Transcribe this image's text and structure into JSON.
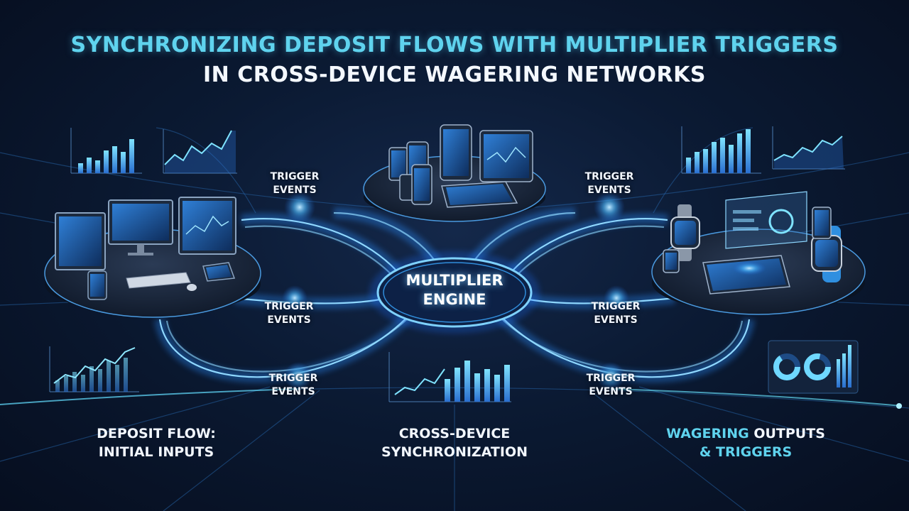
{
  "title": {
    "line1": "SYNCHRONIZING DEPOSIT FLOWS WITH MULTIPLIER TRIGGERS",
    "line2": "IN CROSS-DEVICE WAGERING NETWORKS"
  },
  "center_node": {
    "line1": "MULTIPLIER",
    "line2": "ENGINE"
  },
  "trigger_labels": [
    {
      "line1": "TRIGGER",
      "line2": "EVENTS"
    },
    {
      "line1": "TRIGGER",
      "line2": "EVENTS"
    },
    {
      "line1": "TRIGGER",
      "line2": "EVENTS"
    },
    {
      "line1": "TRIGGER",
      "line2": "EVENTS"
    },
    {
      "line1": "TRIGGER",
      "line2": "EVENTS"
    },
    {
      "line1": "TRIGGER",
      "line2": "EVENTS"
    }
  ],
  "sections": {
    "left": {
      "line1": "DEPOSIT FLOW:",
      "line2": "INITIAL INPUTS"
    },
    "center": {
      "line1": "CROSS-DEVICE",
      "line2": "SYNCHRONIZATION"
    },
    "right": {
      "line1_highlight": "WAGERING",
      "line1_rest": " OUTPUTS",
      "line2": "& TRIGGERS"
    }
  },
  "colors": {
    "accent": "#5fd3ee",
    "flow": "#3aa8ff",
    "background": "#0b1a33"
  },
  "icons": [
    "desktop-monitor-icon",
    "tablet-icon",
    "smartphone-icon",
    "smartwatch-icon",
    "bar-chart-icon",
    "line-chart-icon",
    "donut-chart-icon"
  ]
}
